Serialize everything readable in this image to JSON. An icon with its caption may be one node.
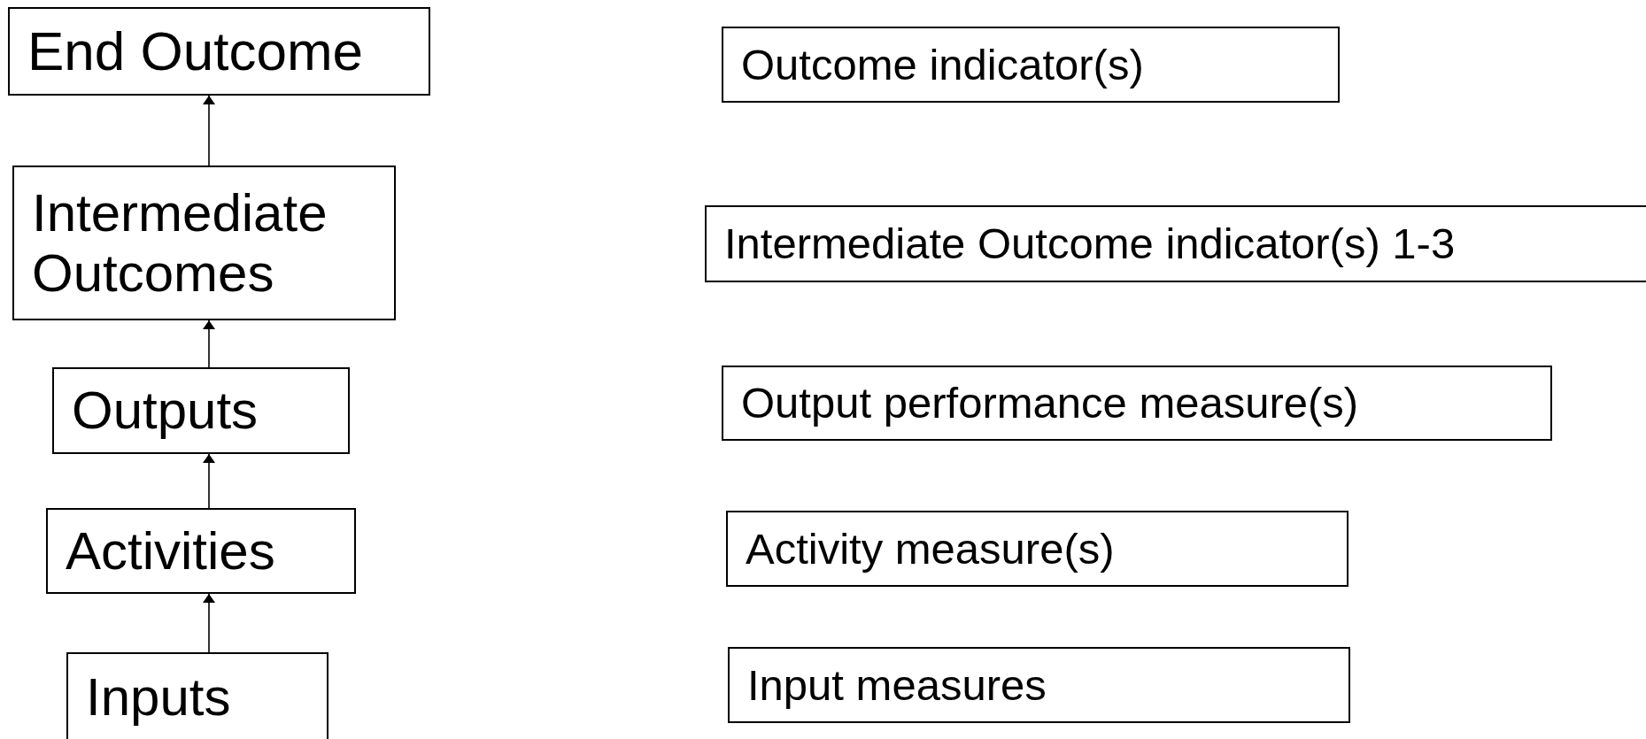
{
  "diagram": {
    "nodes": [
      {
        "text": [
          "End Outcome"
        ]
      },
      {
        "text": [
          "Intermediate Outcomes"
        ]
      },
      {
        "text": [
          "Outputs"
        ]
      },
      {
        "text": [
          "Activities"
        ]
      },
      {
        "text": [
          "Inputs"
        ]
      },
      {
        "text": [
          "Outcome indicator(s)"
        ]
      },
      {
        "text": [
          "Intermediate Outcome indicator(s) 1-3"
        ]
      },
      {
        "text": [
          "Output performance measure(s)"
        ]
      },
      {
        "text": [
          "Activity measure(s)"
        ]
      },
      {
        "text": [
          "Input measures"
        ]
      }
    ],
    "edges": [
      {
        "from": 4,
        "to": 3,
        "arrow": "to"
      },
      {
        "from": 3,
        "to": 2,
        "arrow": "to"
      },
      {
        "from": 2,
        "to": 1,
        "arrow": "to"
      },
      {
        "from": 1,
        "to": 0,
        "arrow": "to"
      }
    ]
  }
}
